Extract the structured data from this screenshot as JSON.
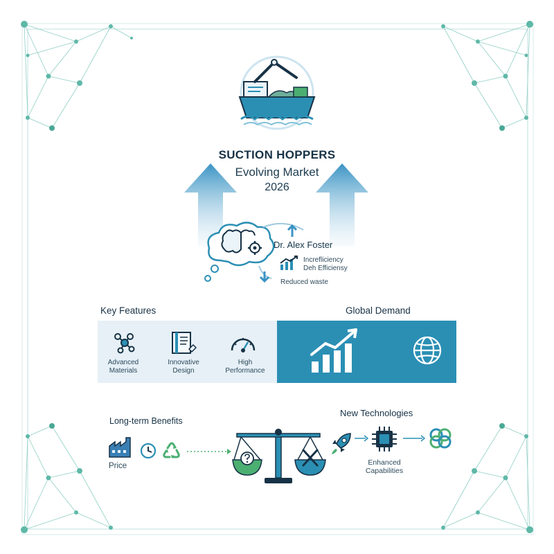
{
  "header": {
    "title": "SUCTION HOPPERS",
    "subtitle": "Evolving Market",
    "year": "2026"
  },
  "thinker": {
    "name": "Dr. Alex Foster",
    "notes": [
      "Increfliciency",
      "Deh Efficiensy",
      "Reduced waste"
    ]
  },
  "key_features": {
    "heading": "Key Features",
    "items": [
      {
        "line1": "Advanced",
        "line2": "Materials",
        "icon": "network-nodes-icon"
      },
      {
        "line1": "Innovative",
        "line2": "Design",
        "icon": "blueprint-icon"
      },
      {
        "line1": "High",
        "line2": "Performance",
        "icon": "gauge-icon"
      }
    ]
  },
  "global_demand": {
    "heading": "Global Demand",
    "icons": [
      "growth-bars-icon",
      "globe-icon"
    ]
  },
  "long_term": {
    "heading": "Long-term Benefits",
    "price_label": "Price",
    "icons": [
      "factory-icon",
      "clock-icon",
      "recycle-icon",
      "balance-scale-icon"
    ]
  },
  "new_tech": {
    "heading": "New Technologies",
    "result_line1": "Enhanced",
    "result_line2": "Capabilities",
    "icons": [
      "rocket-icon",
      "chip-icon",
      "link-icon"
    ]
  },
  "colors": {
    "primary": "#2b8fb4",
    "light_panel": "#e6f0f6",
    "network": "#7cc4b8",
    "green": "#4caf72",
    "dark_text": "#173246"
  }
}
